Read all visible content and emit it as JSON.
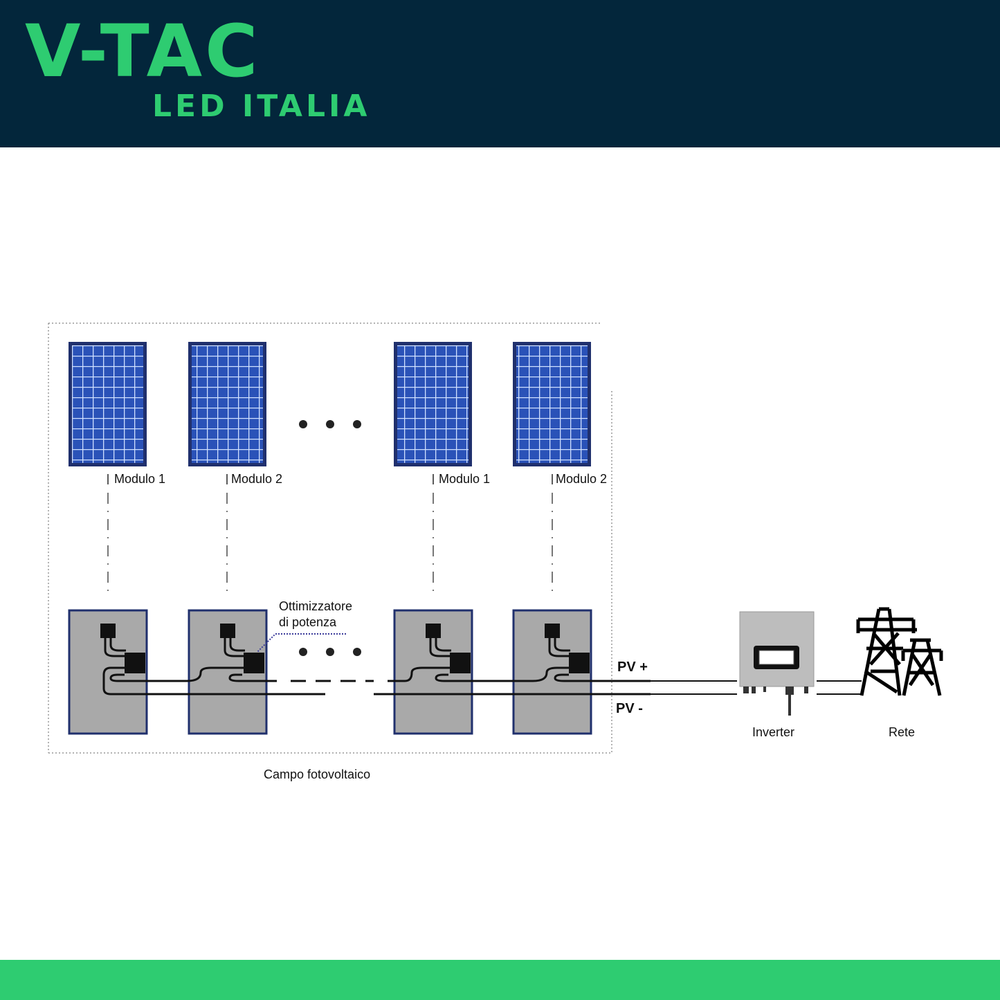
{
  "brand": {
    "name": "V-TAC",
    "subtitle": "LED ITALIA",
    "color": "#2ecc71",
    "header_bg": "#03263b"
  },
  "diagram": {
    "modules": [
      "Modulo 1",
      "Modulo 2",
      "Modulo 1",
      "Modulo 2"
    ],
    "optimizer_label_line1": "Ottimizzatore",
    "optimizer_label_line2": "di potenza",
    "pv_plus": "PV +",
    "pv_minus": "PV -",
    "inverter": "Inverter",
    "grid": "Rete",
    "field": "Campo fotovoltaico",
    "panel_color": "#2a52b8",
    "optimizer_panel_color": "#a9a9a9"
  }
}
